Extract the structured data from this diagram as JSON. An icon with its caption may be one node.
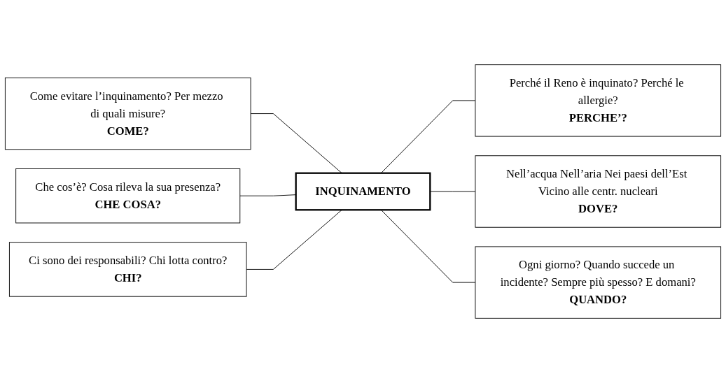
{
  "diagram": {
    "nodes": [
      {
        "text": [
          "Come evitare l’inquinamento? Per mezzo di quali misure?",
          "COME?"
        ]
      },
      {
        "text": [
          "Perché il Reno è inquinato? Perché le allergie?",
          "PERCHE’?"
        ]
      },
      {
        "text": [
          "Che cos’è? Cosa rileva la sua presenza?",
          "CHE COSA?"
        ]
      },
      {
        "text": [
          "INQUINAMENTO"
        ]
      },
      {
        "text": [
          "Nell’acqua Nell’aria Nei paesi dell’Est Vicino alle centr. nucleari",
          "DOVE?"
        ]
      },
      {
        "text": [
          "Ci sono dei responsabili? Chi lotta contro?",
          "CHI?"
        ]
      },
      {
        "text": [
          "Ogni giorno? Quando succede un incidente? Sempre più spesso? E domani?",
          "QUANDO?"
        ]
      }
    ],
    "edges": [
      {
        "from": 0,
        "to": 3,
        "arrow": "none"
      },
      {
        "from": 2,
        "to": 3,
        "arrow": "none"
      },
      {
        "from": 5,
        "to": 3,
        "arrow": "none"
      },
      {
        "from": 3,
        "to": 1,
        "arrow": "none"
      },
      {
        "from": 3,
        "to": 4,
        "arrow": "none"
      },
      {
        "from": 3,
        "to": 6,
        "arrow": "none"
      }
    ]
  }
}
